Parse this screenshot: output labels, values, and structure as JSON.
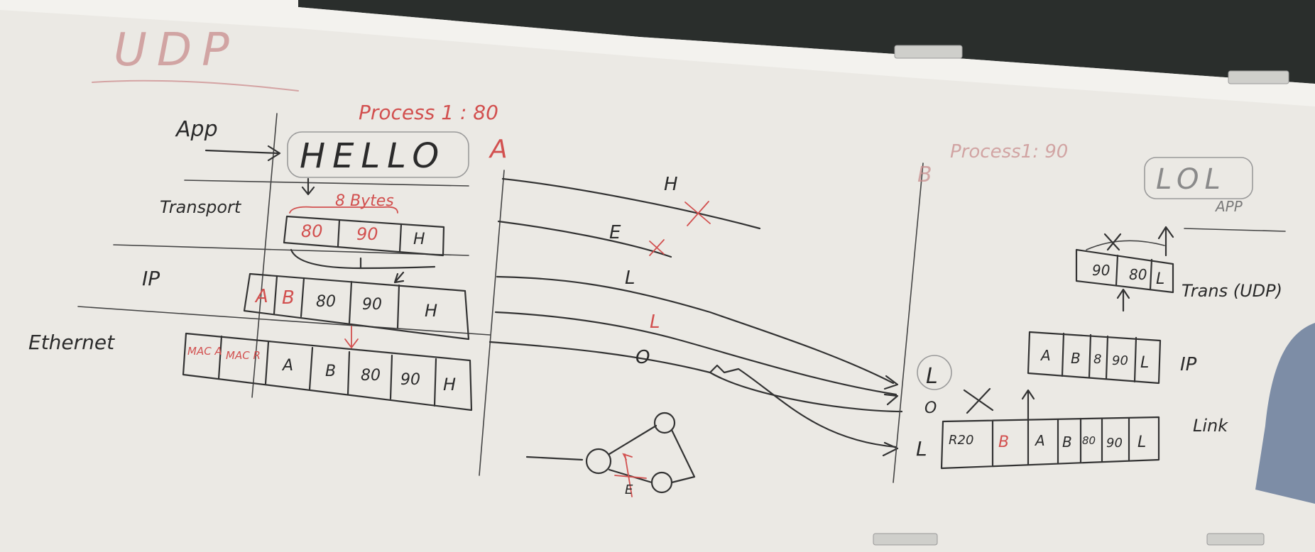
{
  "title": "UDP",
  "sender": {
    "host_label": "A",
    "process_label": "Process 1 : 80",
    "message": "HELLO",
    "layers": [
      "App",
      "Transport",
      "IP",
      "Ethernet"
    ],
    "size_note": "8 Bytes",
    "transport_cells": [
      "80",
      "90",
      "H"
    ],
    "ip_cells": [
      "A",
      "B",
      "80",
      "90",
      "H"
    ],
    "ethernet_cells": [
      "MAC A",
      "MAC R",
      "A",
      "B",
      "80",
      "90",
      "H"
    ]
  },
  "wire": {
    "letters": [
      "H",
      "E",
      "L",
      "L",
      "O"
    ]
  },
  "receiver": {
    "host_label": "B",
    "process_label": "Process1: 90",
    "message": "LOL",
    "app_label": "APP",
    "arrivals": [
      "L",
      "O",
      "L"
    ],
    "trans_label": "Trans (UDP)",
    "trans_cells": [
      "90",
      "80",
      "L"
    ],
    "ip_label": "IP",
    "ip_cells": [
      "A",
      "B",
      "8",
      "90",
      "L"
    ],
    "link_label": "Link",
    "link_cells": [
      "R20",
      "B",
      "A",
      "B",
      "80",
      "90",
      "L"
    ]
  },
  "network_sketch": {
    "node_label": "E"
  }
}
